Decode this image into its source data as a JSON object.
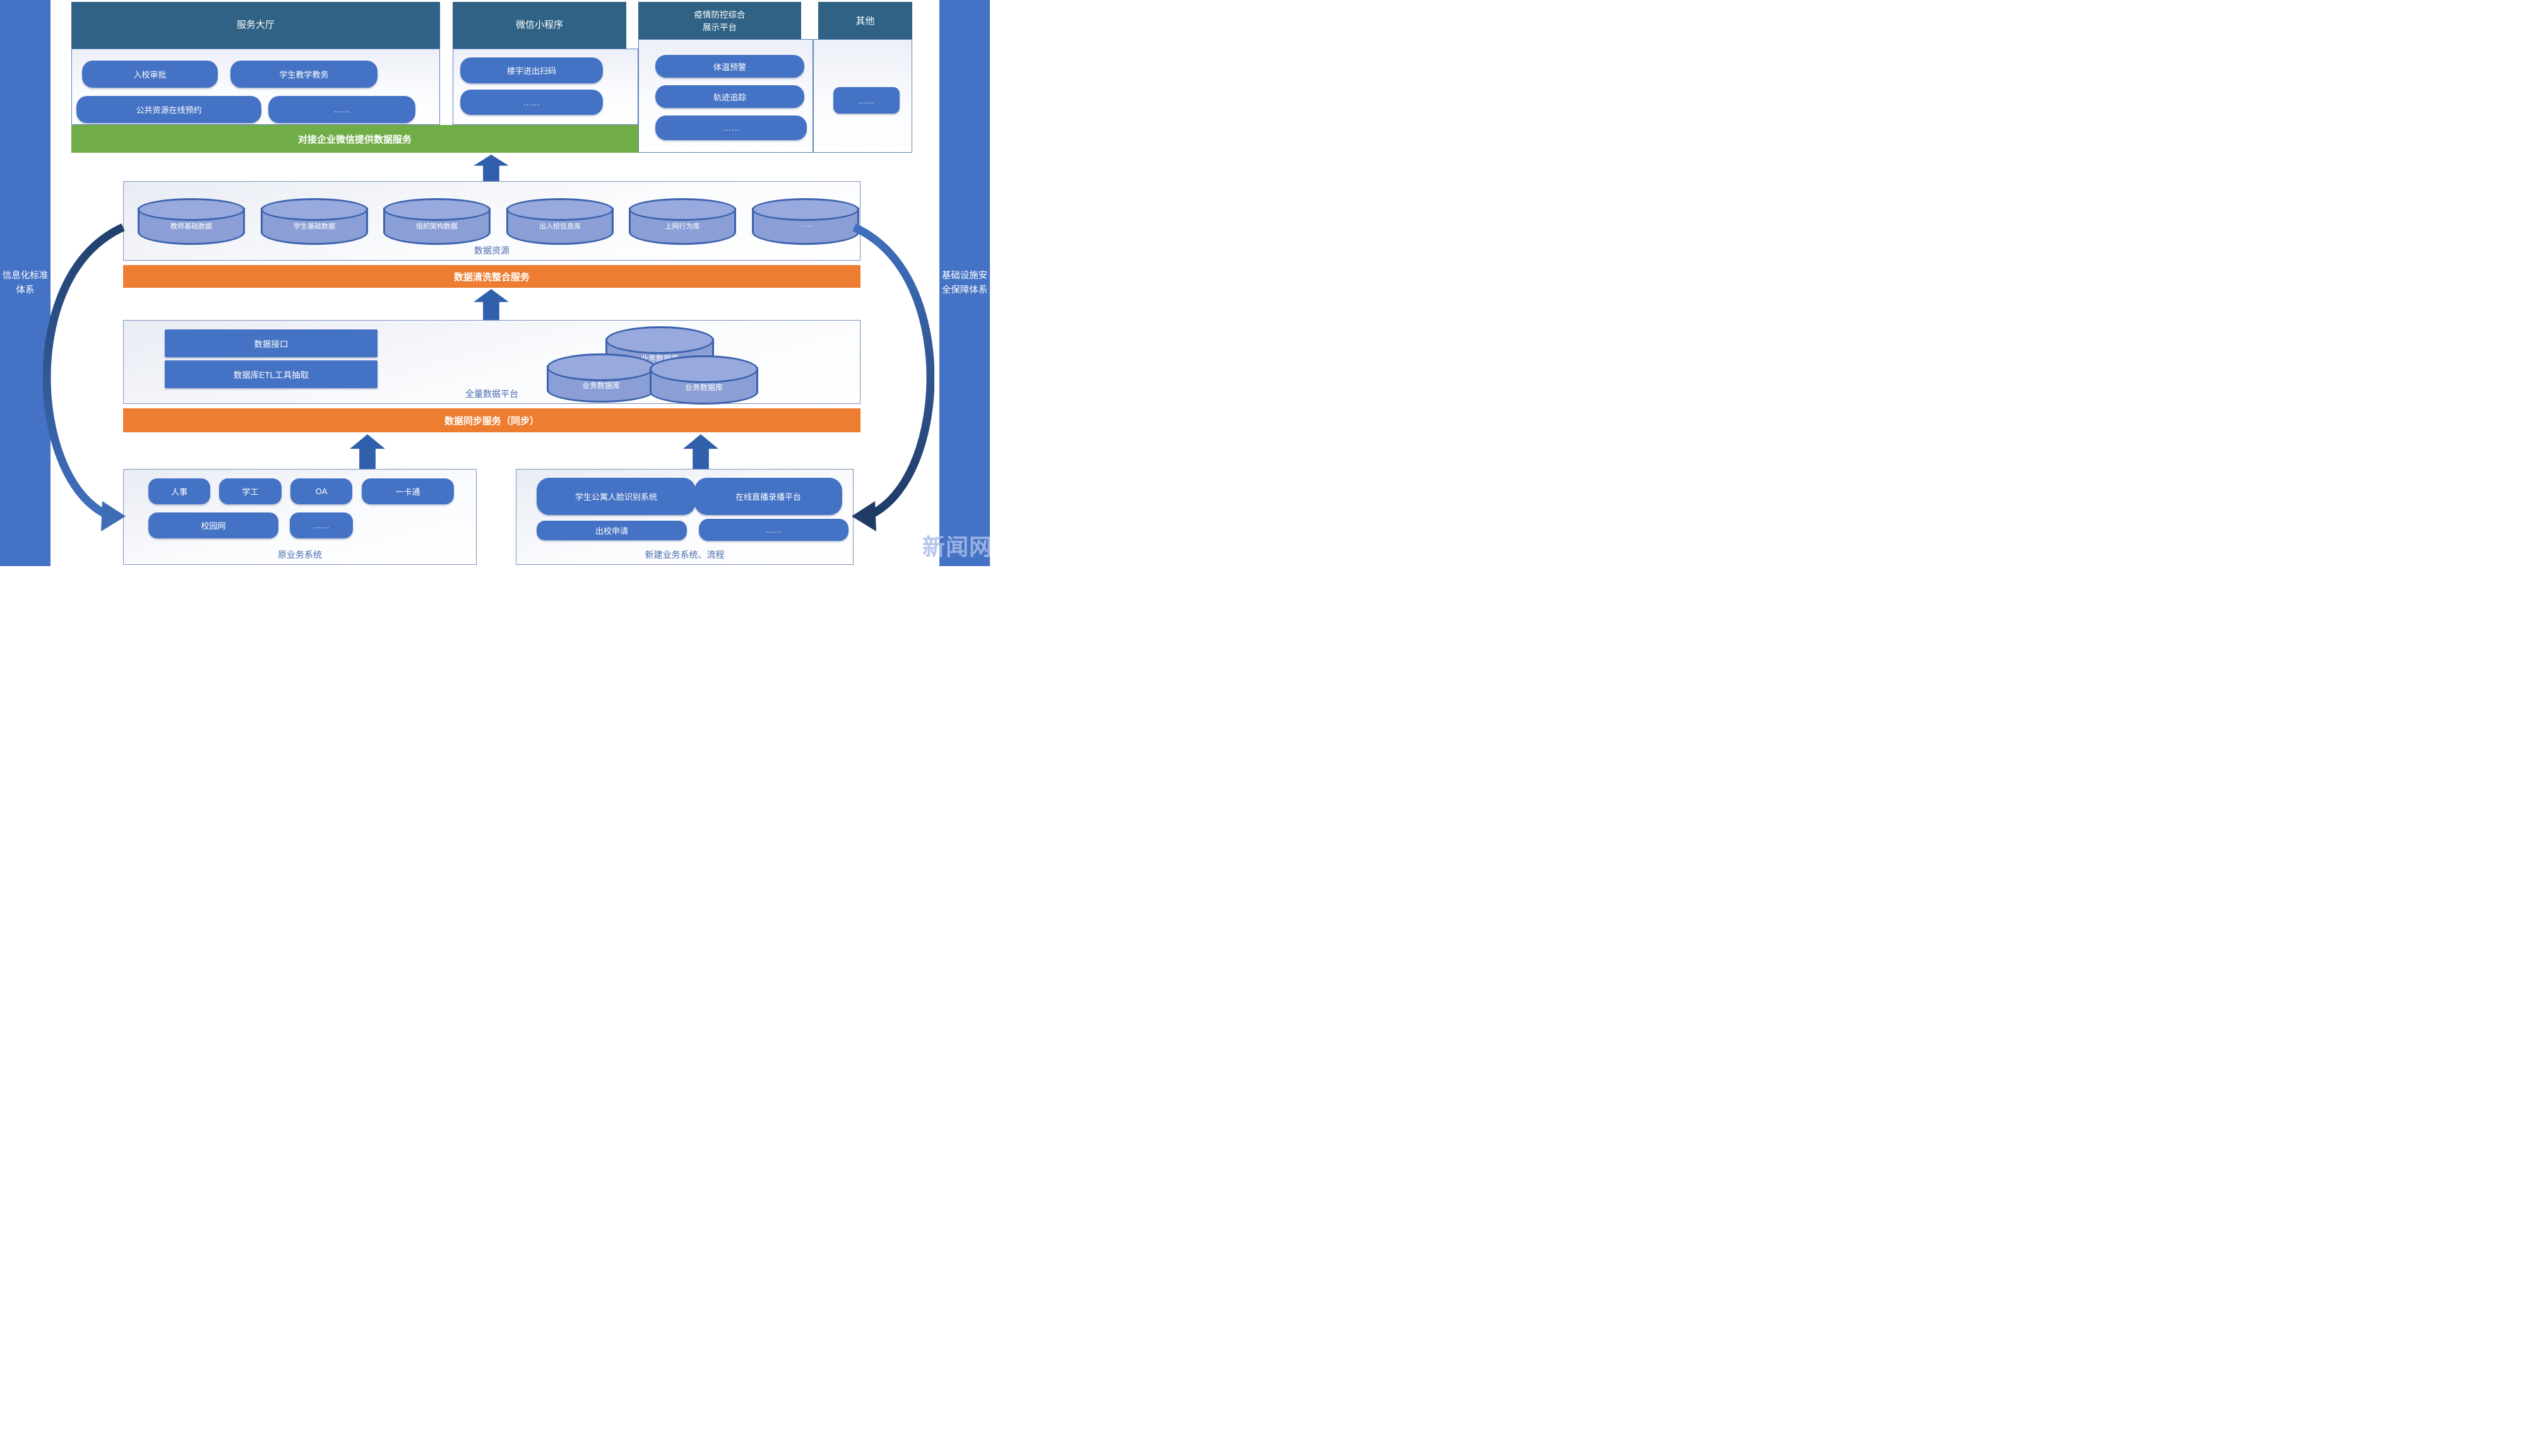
{
  "palette": {
    "header_teal": "#2F6285",
    "button_blue": "#4472C4",
    "green": "#70AD47",
    "orange": "#ED7D31",
    "sidebar_blue": "#4472C4",
    "cylinder_fill": "#8B9FD6",
    "cylinder_stroke": "#3C63AD",
    "section_label_blue": "#4A6BAE",
    "arrow_medium_blue": "#3E6CB5",
    "arrow_dark_navy": "#1F3B66"
  },
  "sidebars": {
    "left": {
      "text": "信息化标准\n体系"
    },
    "right": {
      "text": "基础设施安\n全保障体系"
    },
    "watermark": "新闻网"
  },
  "top": {
    "col1": {
      "title": "服务大厅",
      "buttons": [
        "入校审批",
        "学生教学教务",
        "公共资源在线预约",
        "……"
      ]
    },
    "col2": {
      "title": "微信小程序",
      "buttons": [
        "楼宇进出扫码",
        "……"
      ]
    },
    "col3": {
      "title": "疫情防控综合\n展示平台",
      "buttons": [
        "体温预警",
        "轨迹追踪",
        "……"
      ]
    },
    "col4": {
      "title": "其他",
      "buttons": [
        "……"
      ]
    },
    "green_bar": "对接企业微信提供数据服务"
  },
  "resources": {
    "label": "数据资源",
    "cylinders": [
      "教师基础数据",
      "学生基础数据",
      "组织架构数据",
      "出入校信息库",
      "上网行为库",
      "……"
    ]
  },
  "bars": {
    "clean": "数据清洗整合服务",
    "sync": "数据同步服务（同步）"
  },
  "platform": {
    "label": "全量数据平台",
    "rects": [
      "数据接口",
      "数据库ETL工具抽取"
    ],
    "cylinders": [
      "业务数据库",
      "业务数据库",
      "业务数据库"
    ]
  },
  "legacy": {
    "label": "原业务系统",
    "row1": [
      "人事",
      "学工",
      "OA",
      "一卡通"
    ],
    "row2": [
      "校园网",
      "……"
    ]
  },
  "newsys": {
    "label": "新建业务系统、流程",
    "row1": [
      "学生公寓人脸识别系统",
      "在线直播录播平台"
    ],
    "row2": [
      "出校申请",
      "……"
    ]
  }
}
